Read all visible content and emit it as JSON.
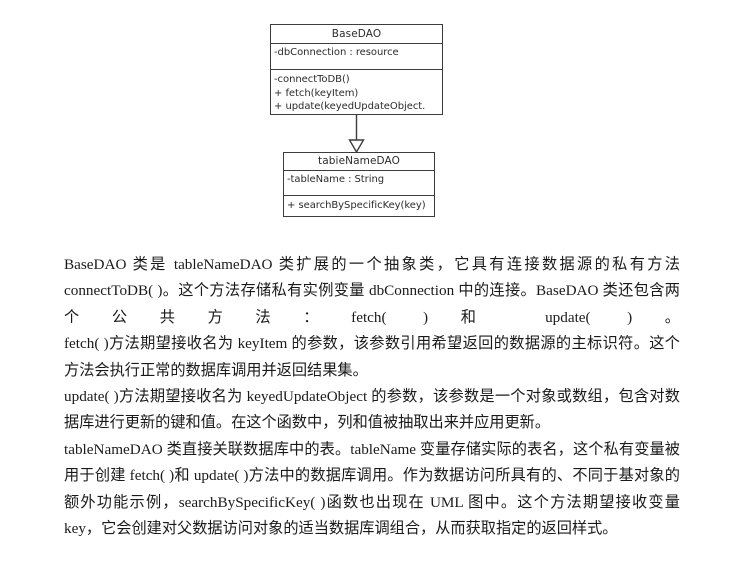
{
  "diagram": {
    "type": "uml-class-diagram",
    "relationship": "generalization",
    "classes": [
      {
        "name": "BaseDAO",
        "attributes": [
          "-dbConnection : resource"
        ],
        "operations": [
          "-connectToDB()",
          "+ fetch(keyItem)",
          "+ update(keyedUpdateObject."
        ]
      },
      {
        "name": "tabieNameDAO",
        "attributes": [
          "-tableName : String"
        ],
        "operations": [
          "+ searchBySpecificKey(key)"
        ]
      }
    ]
  },
  "body": {
    "paragraphs": [
      "BaseDAO 类是 tableNameDAO 类扩展的一个抽象类，它具有连接数据源的私有方法 connectToDB( )。这个方法存储私有实例变量 dbConnection 中的连接。BaseDAO 类还包含两个公共方法：fetch( )和 update( )。",
      "fetch( )方法期望接收名为 keyItem 的参数，该参数引用希望返回的数据源的主标识符。这个方法会执行正常的数据库调用并返回结果集。",
      "update( )方法期望接收名为 keyedUpdateObject 的参数，该参数是一个对象或数组，包含对数据库进行更新的键和值。在这个函数中，列和值被抽取出来并应用更新。",
      "tableNameDAO 类直接关联数据库中的表。tableName 变量存储实际的表名，这个私有变量被用于创建 fetch( )和 update( )方法中的数据库调用。作为数据访问所具有的、不同于基对象的额外功能示例，searchBySpecificKey( )函数也出现在 UML 图中。这个方法期望接收变量 key，它会创建对父数据访问对象的适当数据库调组合，从而获取指定的返回样式。"
    ]
  },
  "colors": {
    "page_background": "#ffffff",
    "text": "#1a1a1a",
    "diagram_stroke": "#3c3c3c"
  }
}
